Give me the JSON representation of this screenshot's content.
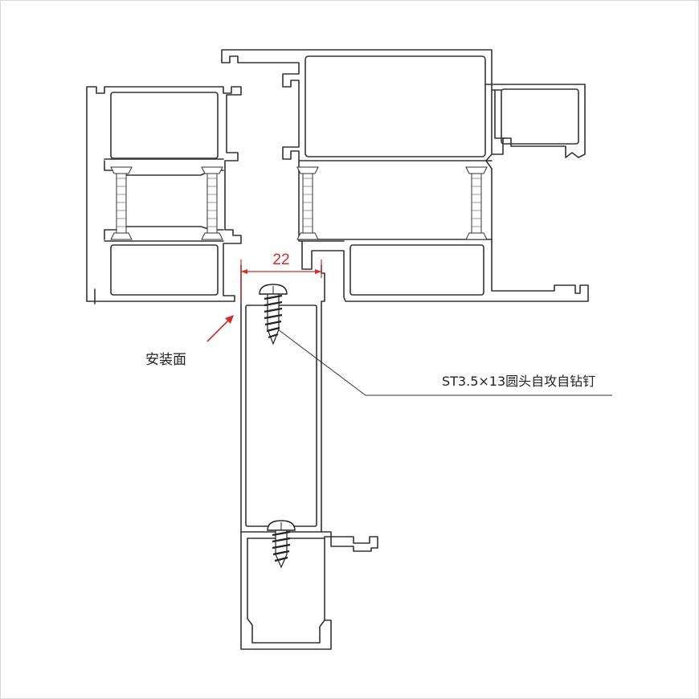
{
  "drawing": {
    "dimension_value": "22",
    "install_face_label": "安装面",
    "screw_callout": "ST3.5×13圆头自攻自钻钉"
  },
  "colors": {
    "line": "#333333",
    "dimension": "#d42b2b",
    "arrow": "#d42b2b",
    "background": "#ffffff",
    "border": "#d9d9d9"
  }
}
